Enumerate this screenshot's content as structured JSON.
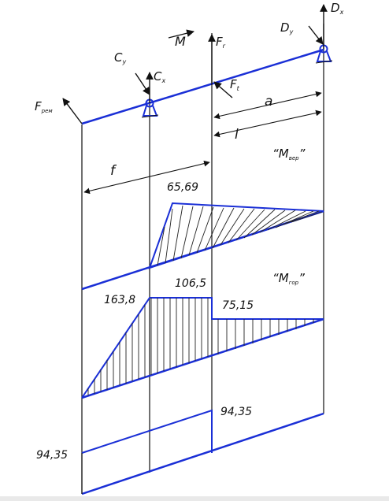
{
  "colors": {
    "beam": "#1a2fd6",
    "line": "#111111",
    "hatch": "#222222"
  },
  "labels": {
    "F_rem": "F",
    "F_rem_sub": "рем",
    "C_y": "C",
    "C_y_sub": "y",
    "C_x": "C",
    "C_x_sub": "x",
    "M": "M",
    "F_r": "F",
    "F_r_sub": "r",
    "F_t": "F",
    "F_t_sub": "t",
    "D_y": "D",
    "D_y_sub": "y",
    "D_x": "D",
    "D_x_sub": "x",
    "dim_a": "a",
    "dim_l": "l",
    "dim_f": "f"
  },
  "diagrams": {
    "vertical_moment_title": "“M",
    "vertical_moment_sub": "вер",
    "vertical_moment_close": "”",
    "vertical_moment_value": "65,69",
    "horizontal_moment_title": "“M",
    "horizontal_moment_sub": "гор",
    "horizontal_moment_close": "”",
    "horizontal_values": [
      "163,8",
      "106,5",
      "75,15"
    ],
    "torque_values": [
      "94,35",
      "94,35"
    ]
  }
}
